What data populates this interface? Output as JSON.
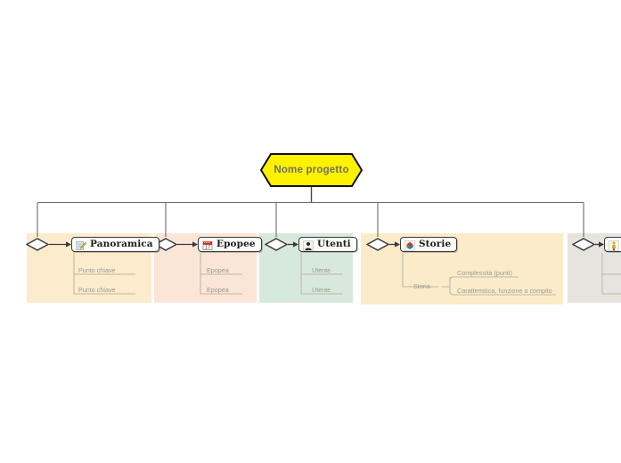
{
  "diagram": {
    "type": "mindmap-tree",
    "root": {
      "label": "Nome progetto",
      "shape": "hexagon",
      "fill": "#FFF200",
      "text_color": "#707060"
    },
    "branches": [
      {
        "label": "Panoramica",
        "icon": "note-pencil-icon",
        "band_color": "#FDEBCD",
        "children": [
          {
            "label": "Punto chiave"
          },
          {
            "label": "Punto chiave"
          }
        ]
      },
      {
        "label": "Epopee",
        "icon": "calendar-icon",
        "icon_day": "17",
        "band_color": "#FAE5D7",
        "children": [
          {
            "label": "Epopea"
          },
          {
            "label": "Epopea"
          }
        ]
      },
      {
        "label": "Utenti",
        "icon": "user-icon",
        "band_color": "#D7E9DC",
        "children": [
          {
            "label": "Utente"
          },
          {
            "label": "Utente"
          }
        ]
      },
      {
        "label": "Storie",
        "icon": "colored-sphere-icon",
        "band_color": "#FCEBC8",
        "children": [
          {
            "label": "Storia",
            "children": [
              {
                "label": "Complessità (punti)"
              },
              {
                "label": "Caratteristica, funzione o compito"
              }
            ]
          }
        ]
      },
      {
        "label": "",
        "icon": "person-figure-icon",
        "band_color": "#E6E4DF",
        "clipped": true,
        "children": []
      }
    ]
  },
  "canvas": {
    "background": "#FFFFFF",
    "connector_color": "#5B5B5B",
    "leaf_text_color": "#9A9A92",
    "leaf_line_color": "#BDB8A8"
  }
}
